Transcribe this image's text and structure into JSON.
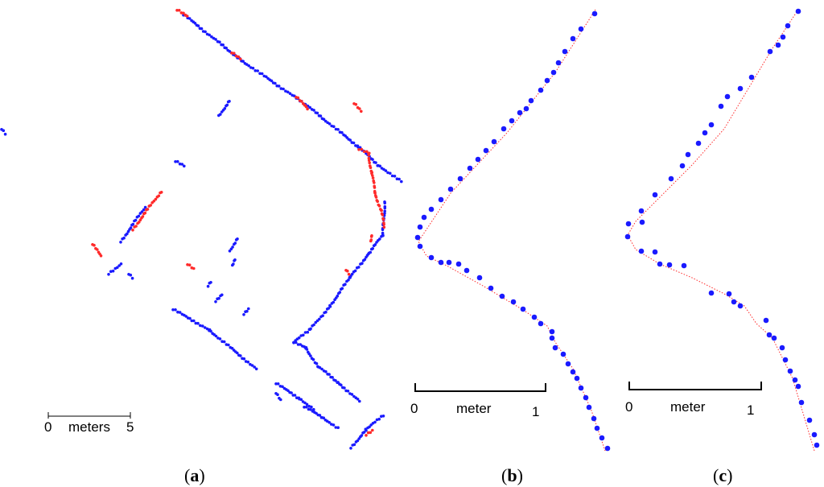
{
  "panels": {
    "a": {
      "caption_open": "(",
      "caption_letter": "a",
      "caption_close": ")",
      "scale_start": "0",
      "scale_unit": "meters",
      "scale_end": "5"
    },
    "b": {
      "caption_open": "(",
      "caption_letter": "b",
      "caption_close": ")",
      "scale_start": "0",
      "scale_unit": "meter",
      "scale_end": "1"
    },
    "c": {
      "caption_open": "(",
      "caption_letter": "c",
      "caption_close": ")",
      "scale_start": "0",
      "scale_unit": "meter",
      "scale_end": "1"
    }
  },
  "colors": {
    "blue_points": "#1a1aff",
    "red_points": "#ff2a2a",
    "scale_bar": "#000000"
  }
}
